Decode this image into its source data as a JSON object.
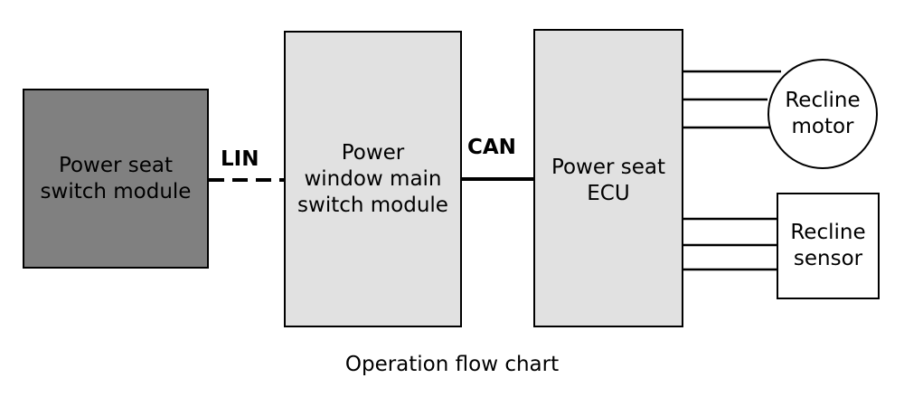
{
  "colors": {
    "line": "#000000",
    "switch_module_fill": "#808080",
    "main_switch_fill": "#e1e1e1",
    "ecu_fill": "#e1e1e1",
    "sensor_fill": "#ffffff",
    "motor_fill": "#ffffff"
  },
  "blocks": {
    "switch_module": "Power seat\nswitch module",
    "main_switch": "Power\nwindow main\nswitch module",
    "seat_ecu": "Power seat\nECU",
    "recline_motor": "Recline\nmotor",
    "recline_sensor": "Recline\nsensor"
  },
  "buses": {
    "lin": "LIN",
    "can": "CAN"
  },
  "caption": "Operation flow chart"
}
